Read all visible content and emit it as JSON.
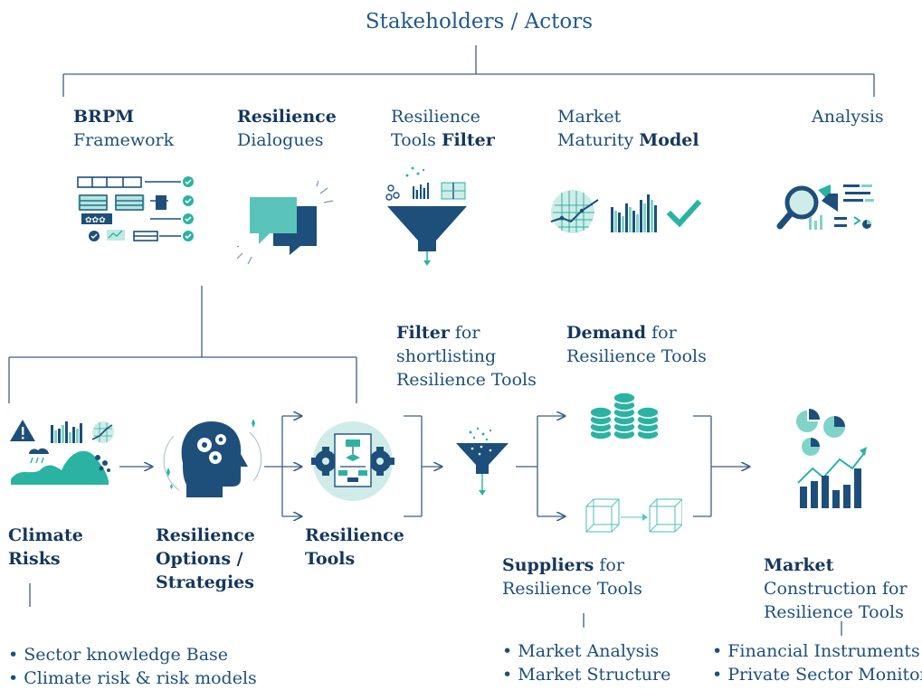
{
  "title": "Stakeholders / Actors",
  "tools": [
    {
      "bold": "BRPM",
      "bold_line": 1,
      "line1": "",
      "line2": "Framework",
      "icon": "framework-checklist-icon"
    },
    {
      "bold": "Resilience",
      "bold_line": 1,
      "line1": "",
      "line2": "Dialogues",
      "icon": "speech-bubbles-icon"
    },
    {
      "line1": "Resilience",
      "line2_pre": "Tools ",
      "bold": "Filter",
      "bold_line": 2,
      "icon": "funnel-filter-icon"
    },
    {
      "line1": "Market",
      "line2_pre": "Maturity ",
      "bold": "Model",
      "bold_line": 2,
      "icon": "maturity-chart-check-icon"
    },
    {
      "line1": "Analysis",
      "icon": "magnifier-analysis-icon"
    }
  ],
  "flow": {
    "climate_risks": {
      "line1": "Climate",
      "line2": "Risks",
      "icon": "climate-hazard-icon"
    },
    "options": {
      "line1": "Resilience",
      "line2": "Options /",
      "line3": "Strategies",
      "icon": "head-gears-icon"
    },
    "tools": {
      "line1": "Resilience",
      "line2": "Tools",
      "icon": "tools-gears-icon"
    },
    "filter": {
      "bold": "Filter",
      "rest1": " for",
      "line2": "shortlisting",
      "line3": "Resilience Tools",
      "icon": "small-funnel-icon"
    },
    "demand": {
      "bold": "Demand",
      "rest1": " for",
      "line2": "Resilience Tools",
      "icon": "coin-stacks-icon"
    },
    "suppliers": {
      "bold": "Suppliers",
      "rest1": " for",
      "line2": "Resilience Tools",
      "icon": "cube-transfer-icon"
    },
    "market": {
      "bold": "Market",
      "line2": "Construction for",
      "line3": "Resilience Tools",
      "icon": "market-growth-icon"
    }
  },
  "bullets": {
    "climate": [
      "• Sector knowledge Base",
      "• Climate risk & risk models"
    ],
    "suppliers": [
      "• Market Analysis",
      "• Market Structure"
    ],
    "market": [
      "• Financial Instruments",
      "• Private Sector Monitor"
    ]
  },
  "colors": {
    "navy": "#1d4f7a",
    "dark": "#14375c",
    "teal": "#2ab3a3",
    "teal_light": "#7fd3c8",
    "line": "#3a5f85"
  }
}
